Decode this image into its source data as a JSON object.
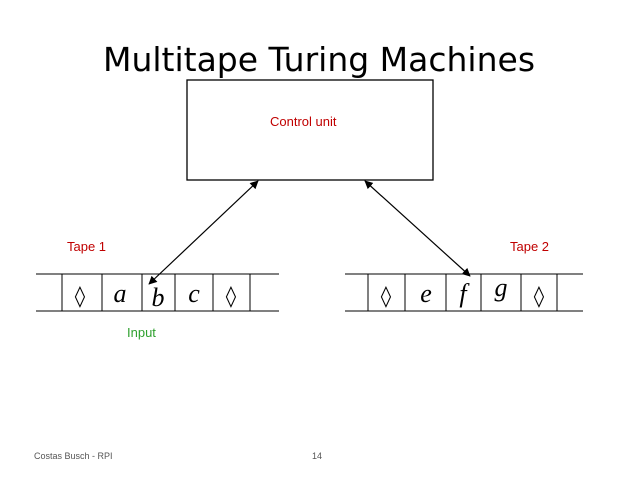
{
  "slide": {
    "title": "Multitape Turing Machines",
    "control_unit_label": "Control unit",
    "tape1_label": "Tape 1",
    "tape2_label": "Tape 2",
    "input_label": "Input",
    "footer_left": "Costas Busch - RPI",
    "page_number": "14"
  },
  "tape1": {
    "cells": [
      "◊",
      "a",
      "b",
      "c",
      "◊",
      ""
    ]
  },
  "tape2": {
    "cells": [
      "◊",
      "e",
      "f",
      "g",
      "◊",
      ""
    ]
  },
  "colors": {
    "label_red": "#c00000",
    "input_green": "#2ea02e",
    "lines": "#000000"
  }
}
